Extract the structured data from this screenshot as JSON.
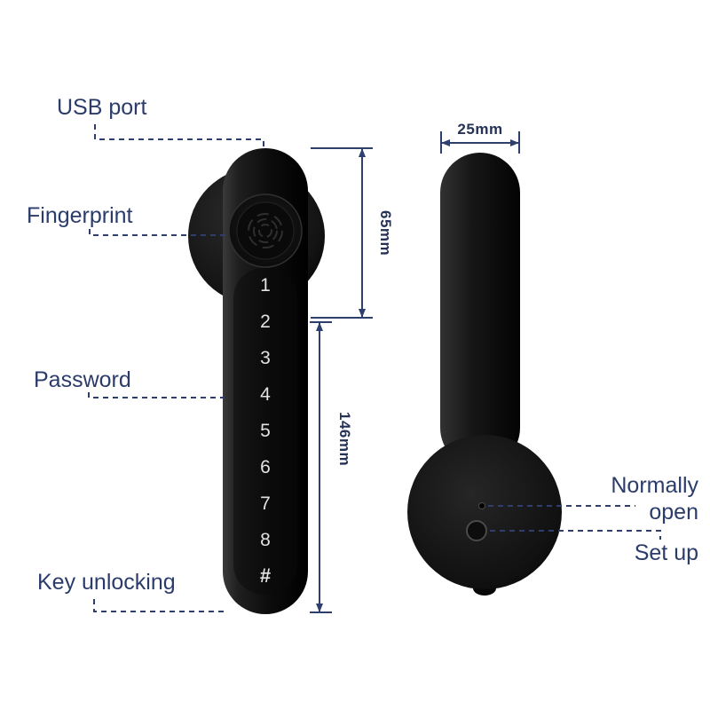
{
  "diagram": {
    "annotations": {
      "usb_port": "USB port",
      "fingerprint": "Fingerprint",
      "password": "Password",
      "key_unlocking": "Key unlocking",
      "normally_open": "Normally open",
      "set_up": "Set up"
    },
    "dimensions": {
      "handle_width": "25mm",
      "sensor_section_height": "65mm",
      "keypad_section_height": "146mm"
    },
    "keypad_keys": [
      "1",
      "2",
      "3",
      "4",
      "5",
      "6",
      "7",
      "8",
      "#"
    ],
    "colors": {
      "annotation_blue": "#2b3c6b",
      "dimension_blue": "#2e3f6e",
      "handle_black": "#101010",
      "key_text": "#e2e2e2",
      "background": "#ffffff"
    }
  }
}
